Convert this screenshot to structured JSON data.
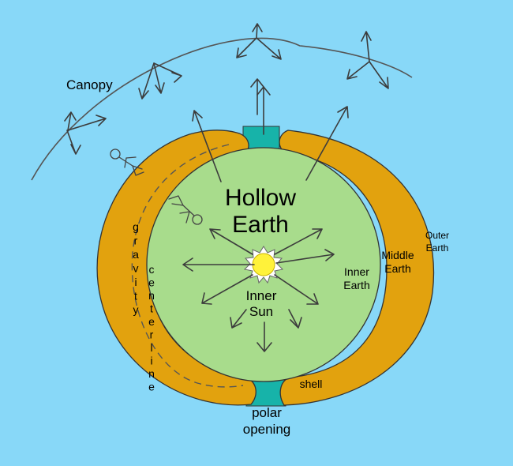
{
  "labels": {
    "canopy": "Canopy",
    "hollow": "Hollow",
    "earth": "Earth",
    "inner": "Inner",
    "sun": "Sun",
    "inner_earth_1": "Inner",
    "inner_earth_2": "Earth",
    "middle_earth_1": "Middle",
    "middle_earth_2": "Earth",
    "outer_earth_1": "Outer",
    "outer_earth_2": "Earth",
    "shell": "shell",
    "polar_1": "polar",
    "polar_2": "opening",
    "gravity": "gravity",
    "centerline": "centerline"
  },
  "colors": {
    "sky": "#88d8f8",
    "shell_ring": "#e2a20e",
    "polar_opening": "#17b3a9",
    "inner_earth": "#a8dc8c",
    "sun": "#fff23a"
  }
}
